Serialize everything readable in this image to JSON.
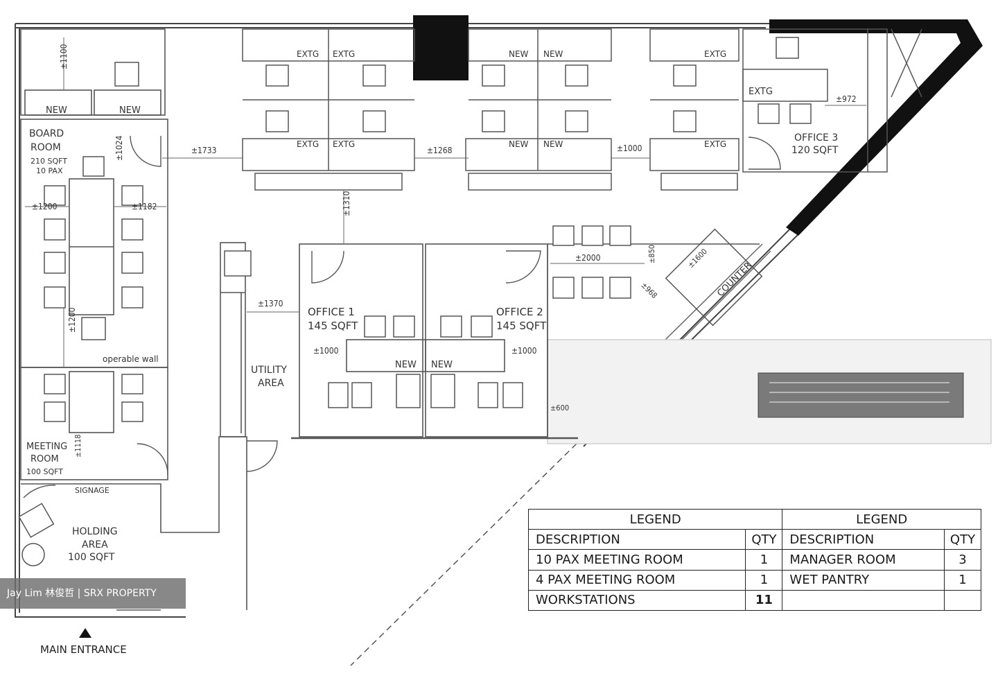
{
  "rooms": {
    "board_room": {
      "line1": "BOARD",
      "line2": "ROOM",
      "area": "210 SQFT",
      "pax": "10 PAX"
    },
    "office1": {
      "name": "OFFICE 1",
      "area": "145 SQFT"
    },
    "office2": {
      "name": "OFFICE 2",
      "area": "145 SQFT"
    },
    "office3": {
      "name": "OFFICE 3",
      "area": "120 SQFT"
    },
    "meeting_room": {
      "line1": "MEETING",
      "line2": "ROOM",
      "area": "100 SQFT"
    },
    "holding_area": {
      "line1": "HOLDING",
      "line2": "AREA",
      "area": "100 SQFT"
    },
    "utility": {
      "line1": "UTILITY",
      "line2": "AREA"
    },
    "counter": "COUNTER",
    "signage": "SIGNAGE",
    "operable_wall": "operable wall"
  },
  "tags": {
    "new": "NEW",
    "extg": "EXTG"
  },
  "dimensions": {
    "d1100": "±1100",
    "d1024": "±1024",
    "d1733": "±1733",
    "d1268": "±1268",
    "d1000_top": "±1000",
    "d972": "±972",
    "d1200_top": "±1200",
    "d1182": "±1182",
    "d1310": "±1310",
    "d1200_side": "±1200",
    "d1370": "±1370",
    "d1000_o1": "±1000",
    "d1000_o2": "±1000",
    "d2000": "±2000",
    "d850": "±850",
    "d1600": "±1600",
    "d968": "±968",
    "d1118": "±1118",
    "d600": "±600"
  },
  "main_entrance": "MAIN ENTRANCE",
  "watermark": "Jay Lim 林俊哲 | SRX PROPERTY",
  "legend": {
    "left": {
      "title": "LEGEND",
      "desc_header": "DESCRIPTION",
      "qty_header": "QTY",
      "rows": [
        {
          "desc": "10 PAX MEETING ROOM",
          "qty": "1"
        },
        {
          "desc": "4 PAX MEETING ROOM",
          "qty": "1"
        },
        {
          "desc": "WORKSTATIONS",
          "qty": "11"
        }
      ]
    },
    "right": {
      "title": "LEGEND",
      "desc_header": "DESCRIPTION",
      "qty_header": "QTY",
      "rows": [
        {
          "desc": "MANAGER ROOM",
          "qty": "3"
        },
        {
          "desc": "WET PANTRY",
          "qty": "1"
        },
        {
          "desc": "",
          "qty": ""
        }
      ]
    }
  }
}
